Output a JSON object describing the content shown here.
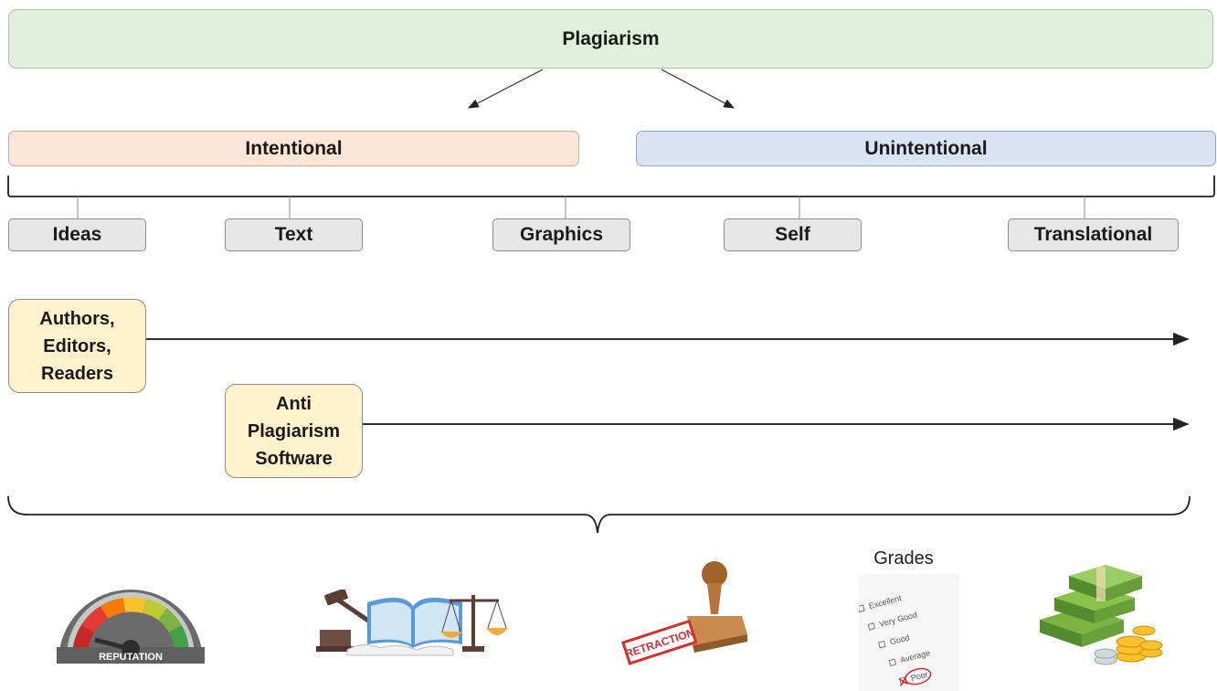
{
  "root": {
    "label": "Plagiarism"
  },
  "branches": [
    {
      "label": "Intentional"
    },
    {
      "label": "Unintentional"
    }
  ],
  "types": [
    {
      "label": "Ideas"
    },
    {
      "label": "Text"
    },
    {
      "label": "Graphics"
    },
    {
      "label": "Self"
    },
    {
      "label": "Translational"
    }
  ],
  "detectors": [
    {
      "lines": [
        "Authors,",
        "Editors,",
        "Readers"
      ]
    },
    {
      "lines": [
        "Anti",
        "Plagiarism",
        "Software"
      ]
    }
  ],
  "consequences": {
    "reputation_text": "REPUTATION",
    "retraction_text": "RETRACTION",
    "grades_label": "Grades",
    "grades_options": [
      "Excellent",
      "Very Good",
      "Good",
      "Average",
      "Poor"
    ]
  },
  "colors": {
    "root_fill": "#e2efda",
    "intentional_fill": "#fbe5d6",
    "unintentional_fill": "#dae3f3",
    "type_fill": "#e7e6e6",
    "actor_fill": "#fff2cc"
  },
  "icons": [
    "reputation-gauge-icon",
    "law-book-scales-icon",
    "retraction-stamp-icon",
    "grades-checklist-icon",
    "money-stack-icon"
  ]
}
